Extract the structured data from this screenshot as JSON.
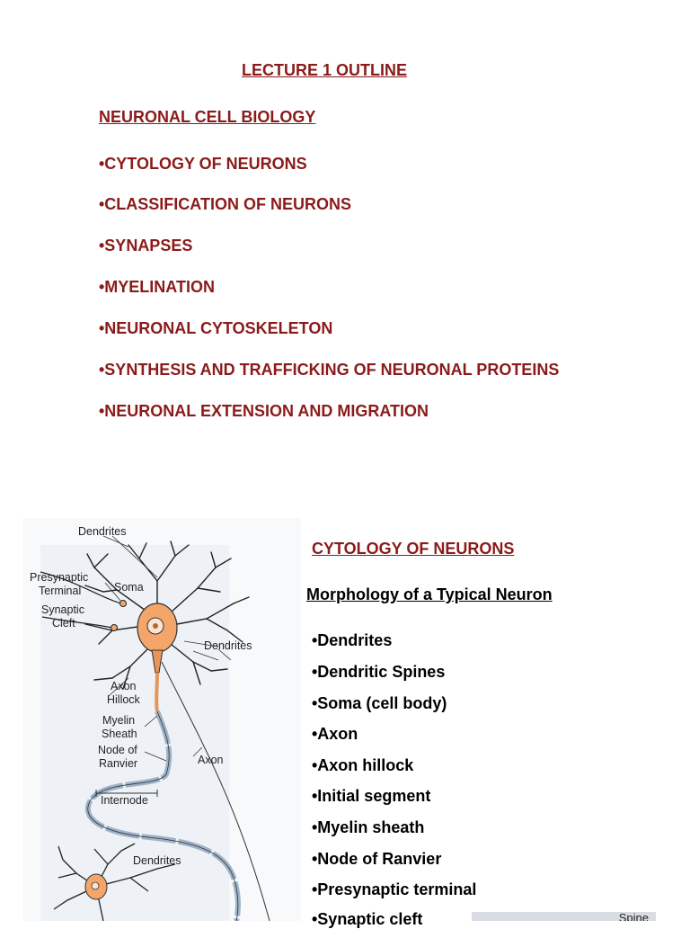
{
  "header": {
    "title": "LECTURE 1 OUTLINE"
  },
  "outline": {
    "heading": "NEURONAL CELL BIOLOGY",
    "items": [
      "•CYTOLOGY OF NEURONS",
      "•CLASSIFICATION OF NEURONS",
      "•SYNAPSES",
      "•MYELINATION",
      "•NEURONAL CYTOSKELETON",
      "•SYNTHESIS AND TRAFFICKING OF NEURONAL PROTEINS",
      "•NEURONAL EXTENSION AND MIGRATION"
    ]
  },
  "section": {
    "title": "CYTOLOGY OF NEURONS",
    "subheading": "Morphology of a Typical Neuron",
    "bullets": [
      "•Dendrites",
      "•Dendritic Spines",
      "•Soma (cell body)",
      "•Axon",
      "•Axon hillock",
      "•Initial segment",
      "•Myelin sheath",
      "•Node of Ranvier",
      "•Presynaptic terminal",
      "•Synaptic cleft"
    ]
  },
  "figure": {
    "labels": {
      "dendrites_top": "Dendrites",
      "presynaptic_1": "Presynaptic",
      "presynaptic_2": "Terminal",
      "soma": "Soma",
      "synaptic_1": "Synaptic",
      "synaptic_2": "Cleft",
      "dendrites_right": "Dendrites",
      "axon_hillock_1": "Axon",
      "axon_hillock_2": "Hillock",
      "myelin_1": "Myelin",
      "myelin_2": "Sheath",
      "node_1": "Node of",
      "node_2": "Ranvier",
      "axon": "Axon",
      "internode": "Internode",
      "dendrites_bottom": "Dendrites"
    },
    "colors": {
      "soma": "#f4a66a",
      "axon": "#e8955a",
      "myelin": "#9fb3c8"
    }
  },
  "spine_figure": {
    "label": "Spine"
  }
}
